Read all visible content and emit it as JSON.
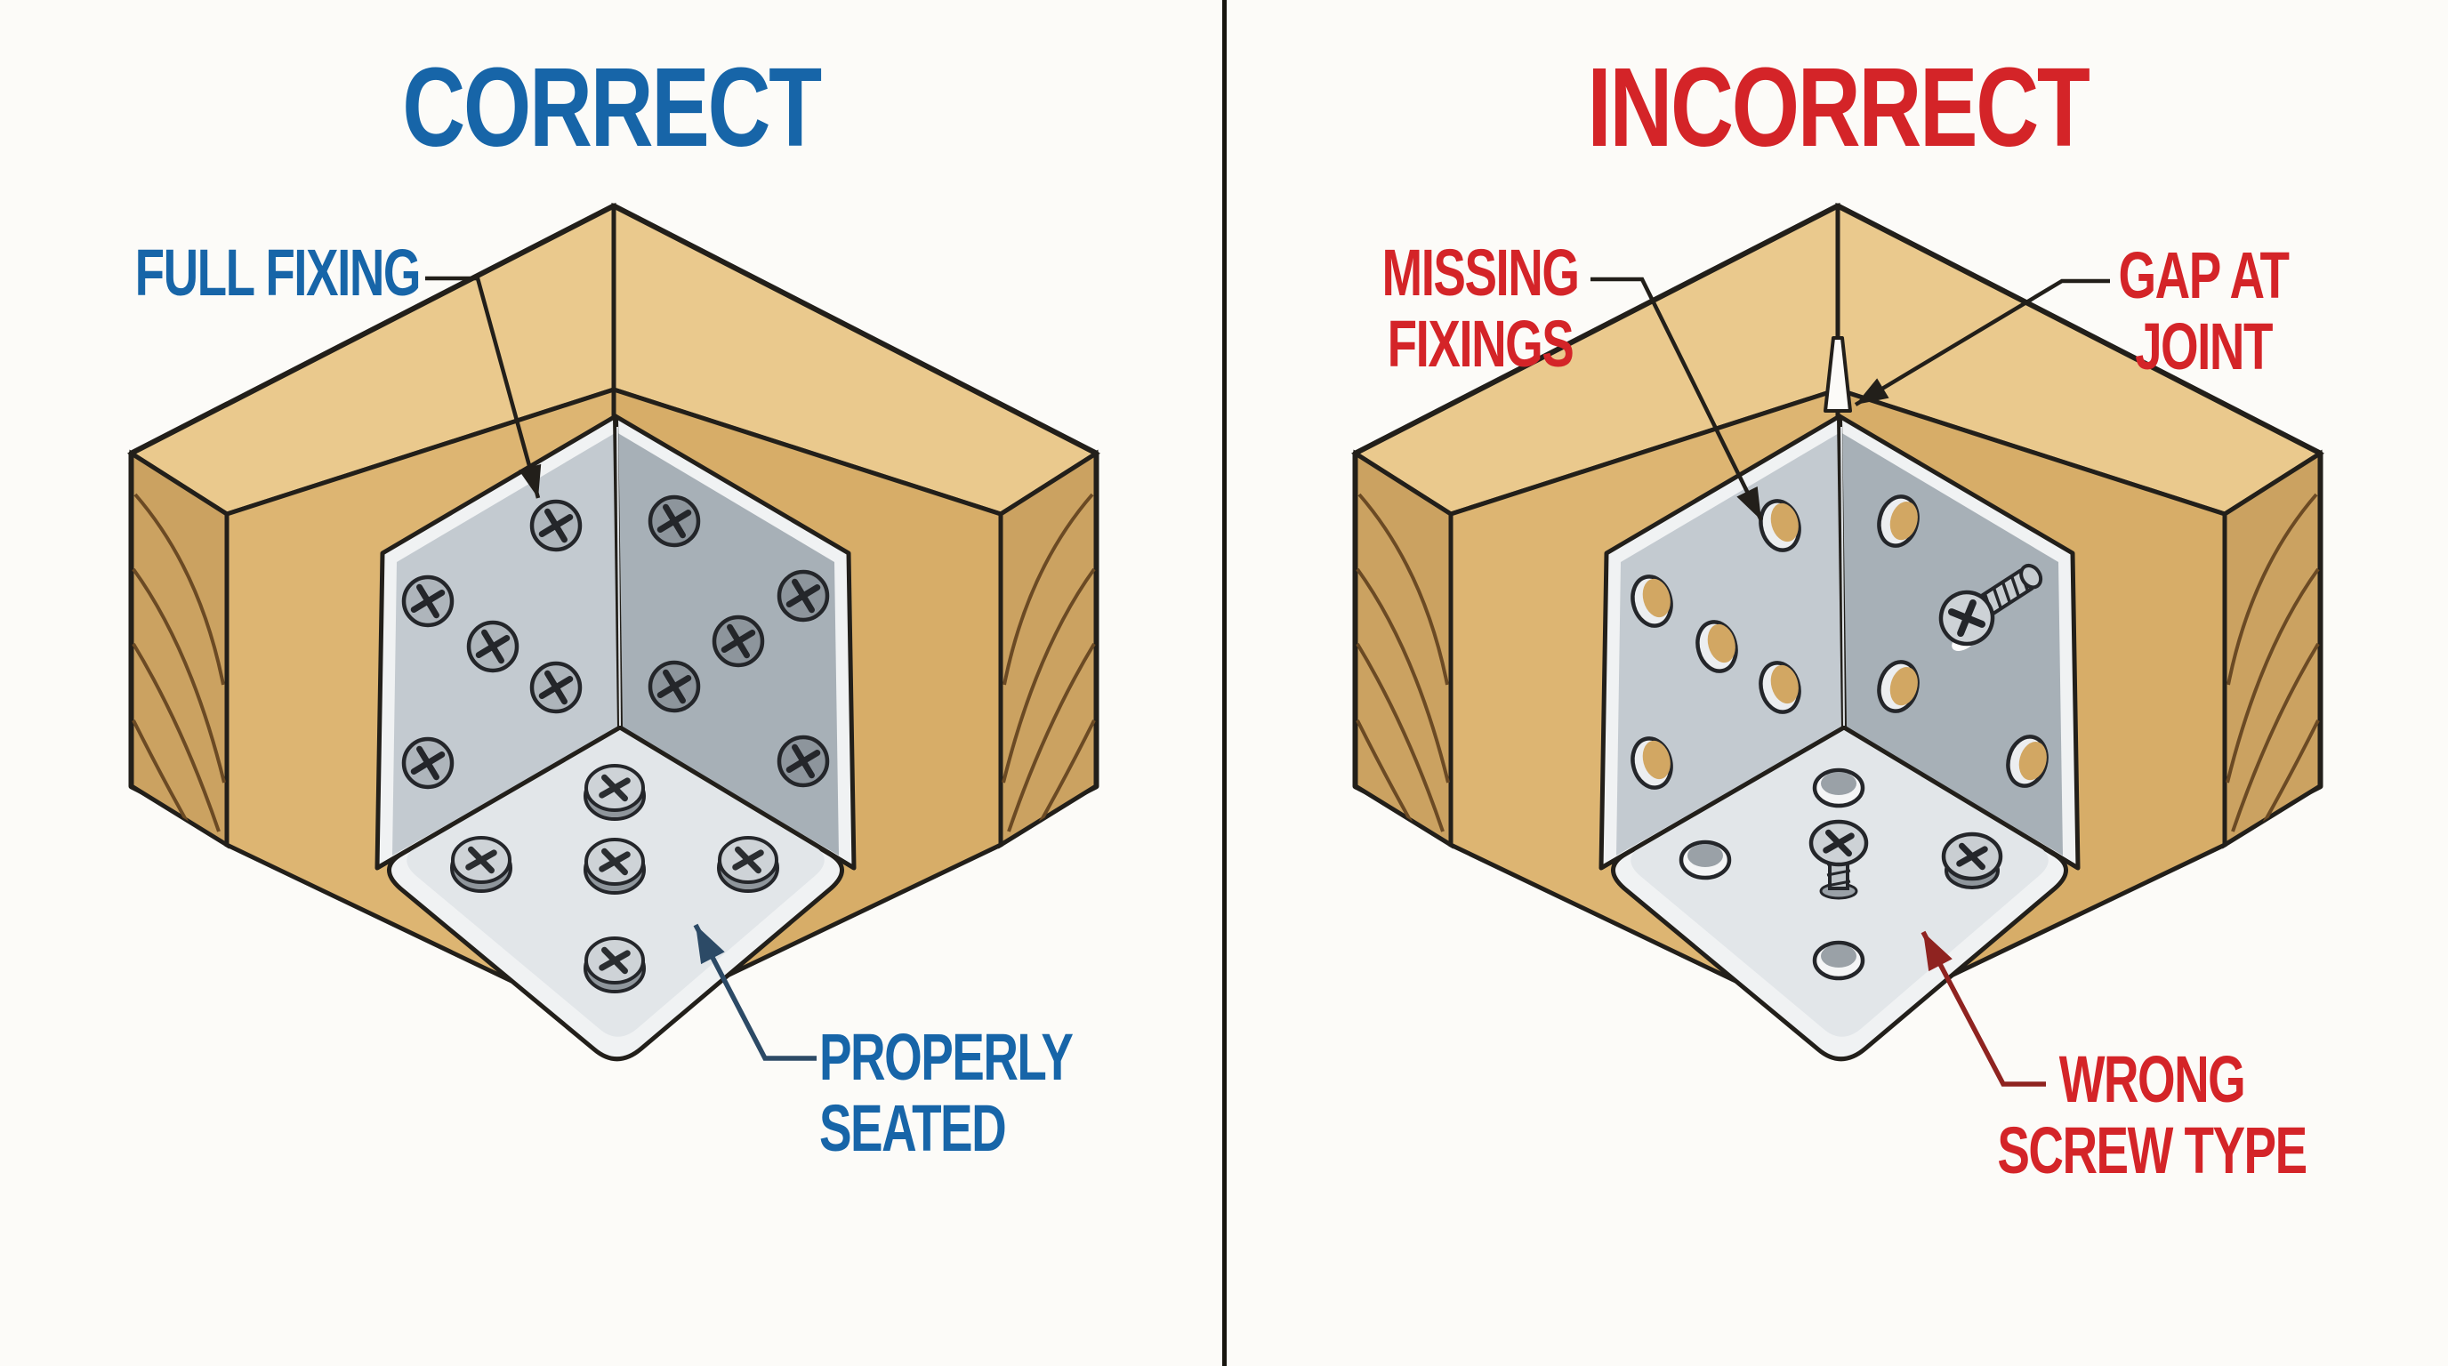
{
  "page": {
    "background": "#fcfbf8",
    "divider_color": "#17150f"
  },
  "palette": {
    "label_blue": "#1765a8",
    "label_red": "#d42428",
    "outline": "#221f1a",
    "wood_top": "#eac98d",
    "wood_inner": "#ddb572",
    "wood_end_grain": "#cba261",
    "wood_grain_line": "#6b4a24",
    "metal_left_plate": "#c3cad0",
    "metal_right_plate": "#a7b0b7",
    "metal_bottom_plate": "#e2e6e9",
    "metal_rim": "#f0f2f3",
    "arrow_navy": "#2c4a66",
    "arrow_dark_red": "#8f2320"
  },
  "left_panel": {
    "title": "CORRECT",
    "callouts": [
      {
        "id": "full-fixing",
        "lines": [
          "FULL FIXING"
        ]
      },
      {
        "id": "properly-seated",
        "lines": [
          "PROPERLY",
          "SEATED"
        ]
      }
    ]
  },
  "right_panel": {
    "title": "INCORRECT",
    "callouts": [
      {
        "id": "missing-fixings",
        "lines": [
          "MISSING",
          "FIXINGS"
        ]
      },
      {
        "id": "gap-at-joint",
        "lines": [
          "GAP AT",
          "JOINT"
        ]
      },
      {
        "id": "wrong-screw-type",
        "lines": [
          "WRONG",
          "SCREW TYPE"
        ]
      }
    ]
  }
}
